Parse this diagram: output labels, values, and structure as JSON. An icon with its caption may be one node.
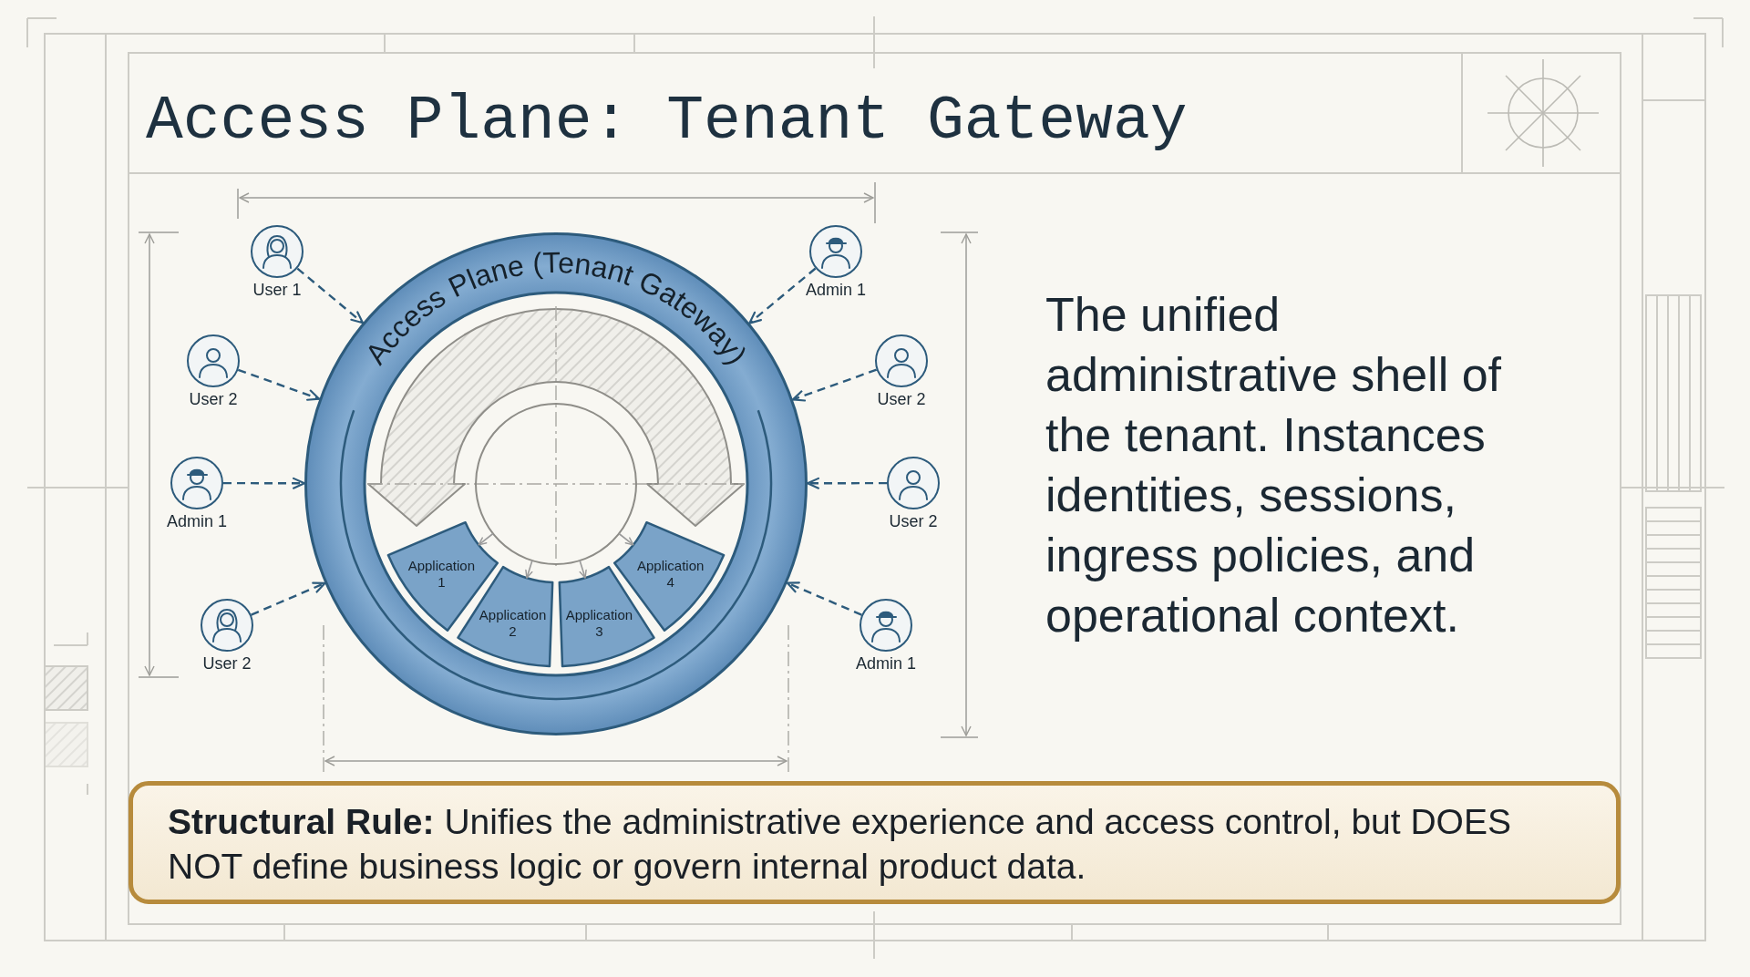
{
  "diagram": {
    "title": "Access Plane: Tenant Gateway",
    "nodes": [
      {
        "text": [
          "Access Plane (Tenant Gateway)"
        ]
      },
      {
        "text": [],
        "shape": "circle",
        "in": 0
      },
      {
        "text": [
          "Application 1"
        ],
        "in": 0
      },
      {
        "text": [
          "Application 2"
        ],
        "in": 0
      },
      {
        "text": [
          "Application 3"
        ],
        "in": 0
      },
      {
        "text": [
          "Application 4"
        ],
        "in": 0
      },
      {
        "text": [
          "User 1"
        ]
      },
      {
        "text": [
          "User 2"
        ]
      },
      {
        "text": [
          "Admin 1"
        ]
      },
      {
        "text": [
          "User 2"
        ]
      },
      {
        "text": [
          "Admin 1"
        ]
      },
      {
        "text": [
          "User 2"
        ]
      },
      {
        "text": [
          "User 2"
        ]
      },
      {
        "text": [
          "Admin 1"
        ]
      },
      {
        "text": [
          "**Structural Rule:** Unifies the administrative experience and access control, but DOES NOT define business logic or govern internal product data."
        ]
      }
    ],
    "edges": [
      {
        "from": 6,
        "to": 0,
        "arrow": "to",
        "style": "dashed"
      },
      {
        "from": 7,
        "to": 0,
        "arrow": "to",
        "style": "dashed"
      },
      {
        "from": 8,
        "to": 0,
        "arrow": "to",
        "style": "dashed"
      },
      {
        "from": 9,
        "to": 0,
        "arrow": "to",
        "style": "dashed"
      },
      {
        "from": 10,
        "to": 0,
        "arrow": "to",
        "style": "dashed"
      },
      {
        "from": 11,
        "to": 0,
        "arrow": "to",
        "style": "dashed"
      },
      {
        "from": 12,
        "to": 0,
        "arrow": "to",
        "style": "dashed"
      },
      {
        "from": 13,
        "to": 0,
        "arrow": "to",
        "style": "dashed"
      },
      {
        "from": 1,
        "to": 2,
        "arrow": "to",
        "color": "#9a9a9a"
      },
      {
        "from": 1,
        "to": 3,
        "arrow": "to",
        "color": "#9a9a9a"
      },
      {
        "from": 1,
        "to": 4,
        "arrow": "to",
        "color": "#9a9a9a"
      },
      {
        "from": 1,
        "to": 5,
        "arrow": "to",
        "color": "#9a9a9a"
      }
    ],
    "labels": [
      "The unified administrative shell of the tenant. Instances identities, sessions, ingress policies, and operational context."
    ]
  }
}
